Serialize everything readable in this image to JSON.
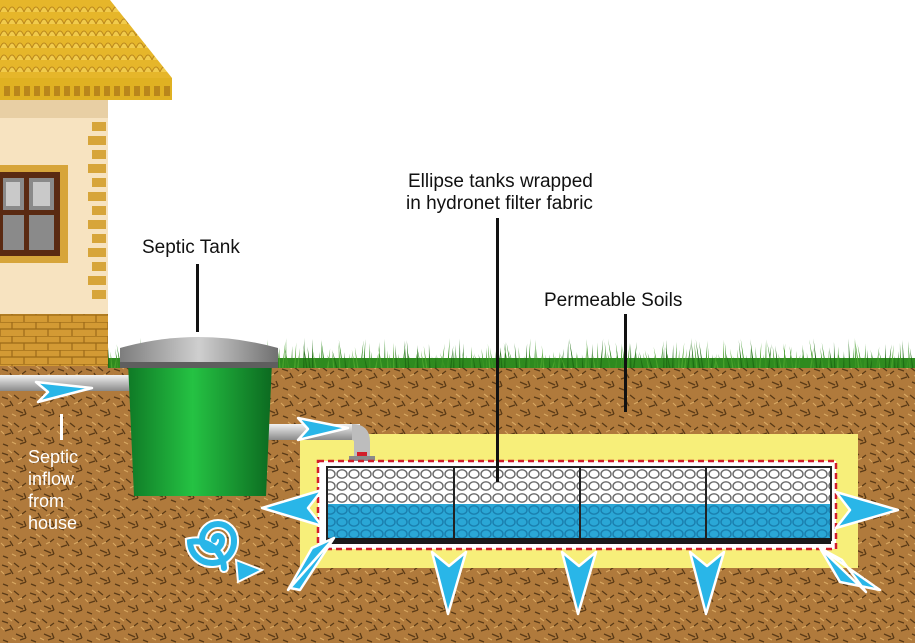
{
  "labels": {
    "septic_tank": "Septic Tank",
    "ellipse_tanks_line1": "Ellipse tanks wrapped",
    "ellipse_tanks_line2": "in hydronet filter fabric",
    "permeable_soils": "Permeable Soils",
    "inflow_line1": "Septic",
    "inflow_line2": "inflow",
    "inflow_line3": "from",
    "inflow_line4": "house"
  },
  "colors": {
    "sky": "#ffffff",
    "soil": "#b07a3c",
    "grass": "#2f8a1f",
    "tank_green": "#1faa3a",
    "tank_lid": "#9a9a9a",
    "gravel_bed": "#f7ef7a",
    "water": "#2aa7d6",
    "arrow": "#29b6e8",
    "fabric_border": "#d21d2a",
    "house_wall": "#f7e3c0",
    "roof": "#e0b122",
    "brick": "#d7a53a"
  },
  "icons": {
    "flow_arrow": "triangle-arrow-icon",
    "swirl": "spiral-swirl-icon"
  }
}
